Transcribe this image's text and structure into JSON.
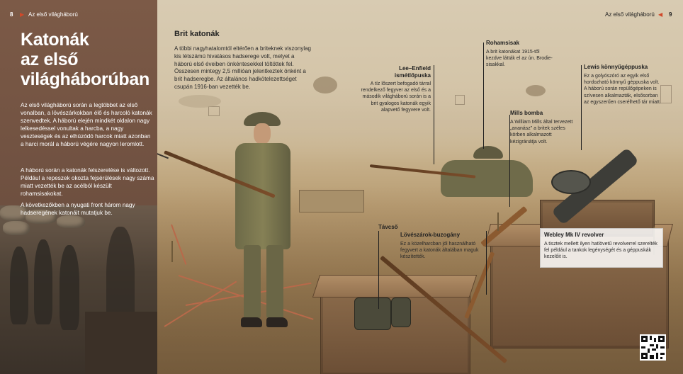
{
  "header": {
    "left_page_number": "8",
    "left_running_title": "Az első világháború",
    "right_running_title": "Az első világháború",
    "right_page_number": "9"
  },
  "main": {
    "title_lines": [
      "Katonák",
      "az első",
      "világháborúban"
    ],
    "intro_paragraphs": [
      "Az első világháború során a legtöbbet az első vonalban, a lövészárkokban élő és harcoló katonák szenvedtek. A háború elején mindkét oldalon nagy lelkesedéssel vonultak a harcba, a nagy veszteségek és az elhúzódó harcok miatt azonban a harci morál a háború végére nagyon leromlott.",
      "A háború során a katonák felszerelése is változott. Például a repeszek okozta fejsérülések nagy száma miatt vezették be az acélból készült rohamsisakokat.",
      "A következőkben a nyugati front három nagy hadseregének katonáit mutatjuk be."
    ]
  },
  "section": {
    "heading": "Brit katonák",
    "text": "A többi nagyhatalomtól eltérően a briteknek viszonylag kis létszámú hivatásos hadserege volt, melyet a háború első éveiben önkéntesekkel töltöttek fel. Összesen mintegy 2,5 millióan jelentkeztek önként a brit hadseregbe. Az általános hadkötelezettséget csupán 1916-ban vezették be."
  },
  "labels": {
    "lee_enfield": {
      "title": "Lee–Enfield ismétlőpuska",
      "text": "A tíz lőszert befogadó tárral rendelkező fegyver az első és a második világháború során is a brit gyalogos katonák egyik alapvető fegyvere volt."
    },
    "rohamsisak": {
      "title": "Rohamsisak",
      "text": "A brit katonákat 1915-től kezdve látták el az ún. Brodie-sisakkal."
    },
    "mills": {
      "title": "Mills bomba",
      "text": "A William Mills által tervezett „ananász” a britek széles körben alkalmazott kézigránátja volt."
    },
    "lewis": {
      "title": "Lewis könnyűgéppuska",
      "text": "Ez a golyószóró az egyik első hordozható könnyű géppuska volt. A háború során repülőgépeken is szívesen alkalmazták, elsősorban az egyszerűen cserélhető tár miatt."
    },
    "tavcso": {
      "title": "Távcső"
    },
    "buzogany": {
      "title": "Lövészárok-buzogány",
      "text": "Ez a közelharcban jól használható fegyvert a katonák általában maguk készítették."
    },
    "webley": {
      "title": "Webley Mk IV revolver",
      "text": "A tisztek mellett ilyen hatlövetű revolverrel szerelték fel például a tankok legénységét és a géppuskák kezelőit is."
    }
  },
  "colors": {
    "accent": "#d0492a",
    "left_panel": "#6e5040"
  }
}
